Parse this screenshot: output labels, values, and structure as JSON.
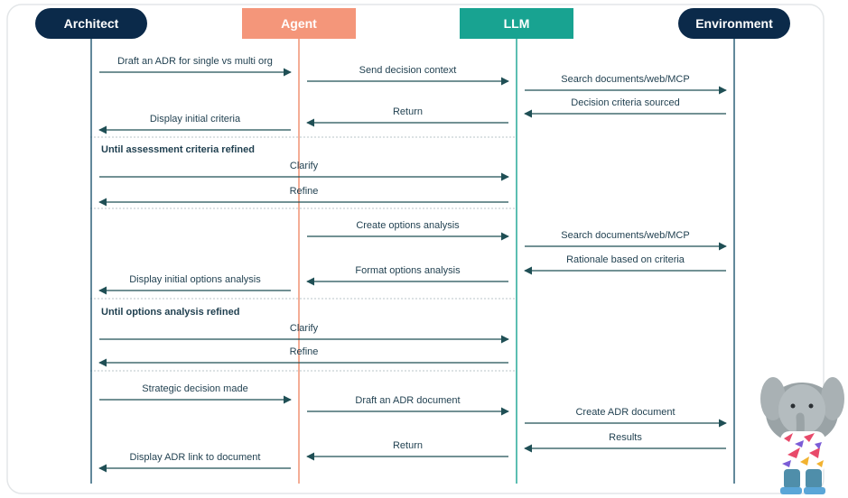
{
  "actors": [
    {
      "id": "architect",
      "label": "Architect",
      "color": "#0b2a4a",
      "shape": "pill"
    },
    {
      "id": "agent",
      "label": "Agent",
      "color": "#f4967a",
      "shape": "rect"
    },
    {
      "id": "llm",
      "label": "LLM",
      "color": "#18a391",
      "shape": "rect"
    },
    {
      "id": "environment",
      "label": "Environment",
      "color": "#0b2a4a",
      "shape": "pill"
    }
  ],
  "sections": [
    {
      "title": ""
    },
    {
      "title": "Until assessment criteria refined"
    },
    {
      "title": ""
    },
    {
      "title": "Until options analysis refined"
    },
    {
      "title": ""
    }
  ],
  "messages": [
    {
      "from": "architect",
      "to": "agent",
      "label": "Draft an ADR for single vs multi org"
    },
    {
      "from": "agent",
      "to": "llm",
      "label": "Send decision context"
    },
    {
      "from": "llm",
      "to": "environment",
      "label": "Search documents/web/MCP"
    },
    {
      "from": "environment",
      "to": "llm",
      "label": "Decision criteria sourced"
    },
    {
      "from": "llm",
      "to": "agent",
      "label": "Return"
    },
    {
      "from": "agent",
      "to": "architect",
      "label": "Display initial criteria"
    },
    {
      "from": "architect",
      "to": "llm",
      "label": "Clarify"
    },
    {
      "from": "llm",
      "to": "architect",
      "label": "Refine"
    },
    {
      "from": "agent",
      "to": "llm",
      "label": "Create options analysis"
    },
    {
      "from": "llm",
      "to": "environment",
      "label": "Search documents/web/MCP"
    },
    {
      "from": "environment",
      "to": "llm",
      "label": "Rationale based on criteria"
    },
    {
      "from": "llm",
      "to": "agent",
      "label": "Format options analysis"
    },
    {
      "from": "agent",
      "to": "architect",
      "label": "Display initial options analysis"
    },
    {
      "from": "architect",
      "to": "llm",
      "label": "Clarify"
    },
    {
      "from": "llm",
      "to": "architect",
      "label": "Refine"
    },
    {
      "from": "architect",
      "to": "agent",
      "label": "Strategic decision made"
    },
    {
      "from": "agent",
      "to": "llm",
      "label": "Draft an ADR document"
    },
    {
      "from": "llm",
      "to": "environment",
      "label": "Create ADR document"
    },
    {
      "from": "environment",
      "to": "llm",
      "label": "Results"
    },
    {
      "from": "llm",
      "to": "agent",
      "label": "Return"
    },
    {
      "from": "agent",
      "to": "architect",
      "label": "Display ADR link to document"
    }
  ],
  "mascot": {
    "name": "elephant-mascot"
  }
}
